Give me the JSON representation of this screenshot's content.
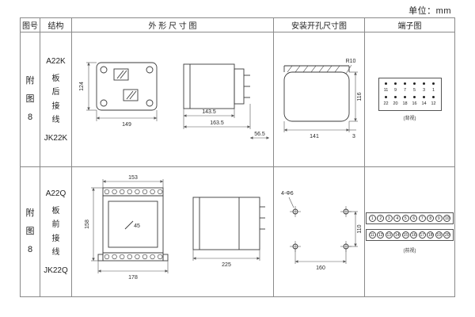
{
  "unit_label": "单位：mm",
  "header": {
    "fig_no": "图号",
    "structure": "结构",
    "outline": "外 形 尺 寸 图",
    "mounting": "安装开孔尺寸图",
    "terminal": "端子图"
  },
  "rows": [
    {
      "fig_no": "附图8",
      "structure_top": "A22K",
      "structure_mid": "板后接线",
      "structure_bottom": "JK22K",
      "outline": {
        "height": "124",
        "width": "149",
        "depth_body": "143.5",
        "depth_total": "163.5",
        "depth_cover": "56.5"
      },
      "mounting": {
        "radius": "R10",
        "height": "116",
        "width": "141",
        "edge": "3"
      },
      "terminal": {
        "numbers_row1": [
          "11",
          "9",
          "7",
          "5",
          "3",
          "1"
        ],
        "numbers_row2": [
          "22",
          "20",
          "18",
          "16",
          "14",
          "12"
        ],
        "caption": "(背视)"
      }
    },
    {
      "fig_no": "附图8",
      "structure_top": "A22Q",
      "structure_mid": "板前接线",
      "structure_bottom": "JK22Q",
      "outline": {
        "width_top": "153",
        "height": "158",
        "inner": "45",
        "width_bottom": "178",
        "depth": "225"
      },
      "mounting": {
        "holes": "4-Φ6",
        "height": "110",
        "width": "160"
      },
      "terminal": {
        "top": [
          "1",
          "2",
          "3",
          "4",
          "5",
          "6",
          "7",
          "8",
          "9",
          "10"
        ],
        "bottom": [
          "11",
          "12",
          "13",
          "14",
          "15",
          "16",
          "17",
          "18",
          "19",
          "20"
        ],
        "caption": "(前视)"
      }
    }
  ]
}
